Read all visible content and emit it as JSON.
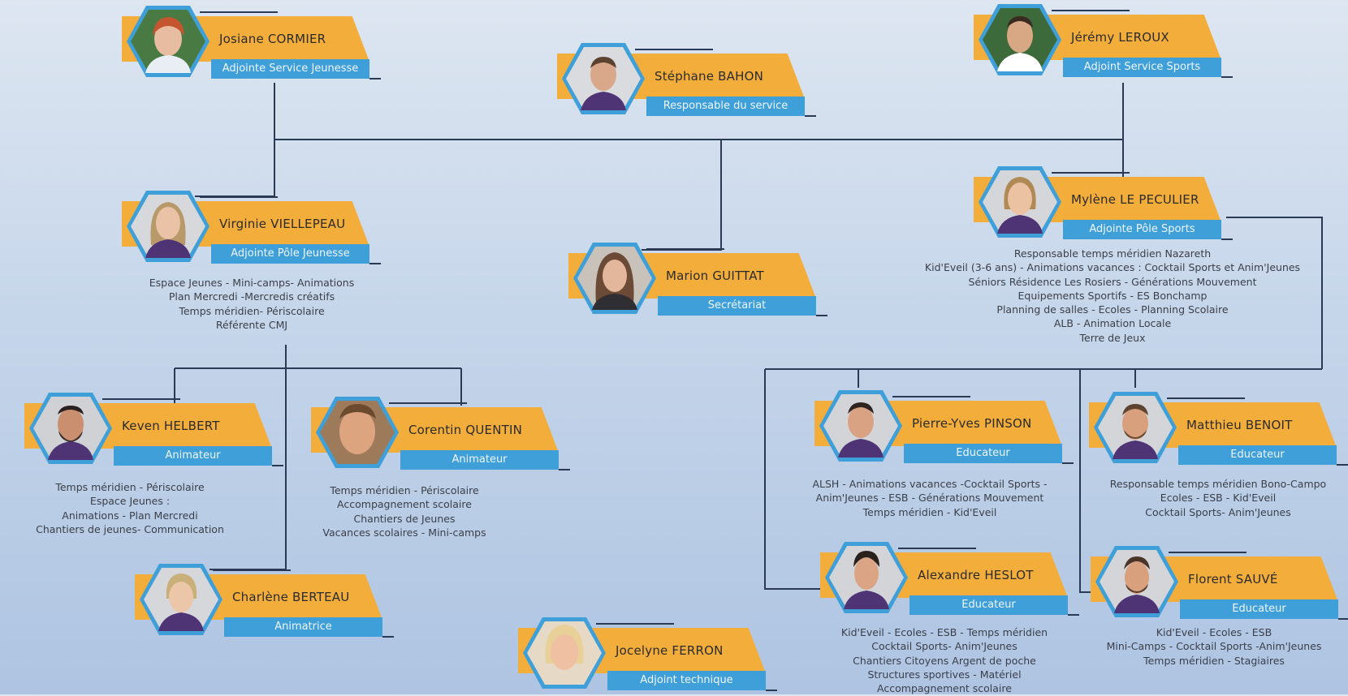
{
  "colors": {
    "name_bar": "#f3ad3a",
    "role_bar": "#3f9fd8",
    "avatar_border": "#3f9fd8",
    "lines": "#2a3a55",
    "text": "#3a3f49"
  },
  "people": [
    {
      "id": "cormier",
      "name": "Josiane CORMIER",
      "role": "Adjointe Service Jeunesse",
      "avatar": "portrait",
      "desc": []
    },
    {
      "id": "bahon",
      "name": "Stéphane BAHON",
      "role": "Responsable du service",
      "avatar": "portrait",
      "desc": []
    },
    {
      "id": "leroux",
      "name": "Jérémy LEROUX",
      "role": "Adjoint Service Sports",
      "avatar": "portrait",
      "desc": []
    },
    {
      "id": "viellepeau",
      "name": "Virginie VIELLEPEAU",
      "role": "Adjointe Pôle Jeunesse",
      "avatar": "portrait",
      "desc": [
        "Espace Jeunes - Mini-camps- Animations",
        "Plan Mercredi -Mercredis créatifs",
        "Temps méridien- Périscolaire",
        "Référente CMJ"
      ]
    },
    {
      "id": "guittat",
      "name": "Marion GUITTAT",
      "role": "Secrétariat",
      "avatar": "portrait",
      "desc": []
    },
    {
      "id": "lepeculier",
      "name": "Mylène LE PECULIER",
      "role": "Adjointe Pôle Sports",
      "avatar": "portrait",
      "desc": [
        "Responsable temps méridien Nazareth",
        "Kid'Eveil (3-6 ans) - Animations vacances : Cocktail Sports et Anim'Jeunes",
        "Séniors Résidence Les Rosiers - Générations Mouvement",
        "Equipements Sportifs - ES Bonchamp",
        "Planning de salles - Ecoles - Planning Scolaire",
        "ALB - Animation Locale",
        "Terre de Jeux"
      ]
    },
    {
      "id": "helbert",
      "name": "Keven HELBERT",
      "role": "Animateur",
      "avatar": "portrait",
      "desc": [
        "Temps méridien - Périscolaire",
        "Espace Jeunes :",
        "Animations - Plan Mercredi",
        "Chantiers de jeunes- Communication"
      ]
    },
    {
      "id": "quentin",
      "name": "Corentin  QUENTIN",
      "role": "Animateur",
      "avatar": "portrait",
      "desc": [
        "Temps méridien - Périscolaire",
        "Accompagnement scolaire",
        "Chantiers de Jeunes",
        "Vacances scolaires - Mini-camps"
      ]
    },
    {
      "id": "pinson",
      "name": "Pierre-Yves PINSON",
      "role": "Educateur",
      "avatar": "portrait",
      "desc": [
        "ALSH - Animations vacances -Cocktail Sports -",
        "Anim'Jeunes - ESB - Générations Mouvement",
        "Temps méridien - Kid'Eveil"
      ]
    },
    {
      "id": "benoit",
      "name": "Matthieu BENOIT",
      "role": "Educateur",
      "avatar": "portrait",
      "desc": [
        "Responsable temps méridien Bono-Campo",
        "Ecoles - ESB - Kid'Eveil",
        "Cocktail Sports- Anim'Jeunes"
      ]
    },
    {
      "id": "berteau",
      "name": "Charlène BERTEAU",
      "role": "Animatrice",
      "avatar": "portrait",
      "desc": []
    },
    {
      "id": "heslot",
      "name": "Alexandre HESLOT",
      "role": "Educateur",
      "avatar": "portrait",
      "desc": [
        "Kid'Eveil - Ecoles - ESB - Temps méridien",
        "Cocktail Sports- Anim'Jeunes",
        "Chantiers Citoyens Argent de poche",
        "Structures sportives - Matériel",
        "Accompagnement scolaire"
      ]
    },
    {
      "id": "sauve",
      "name": "Florent SAUVÉ",
      "role": "Educateur",
      "avatar": "portrait",
      "desc": [
        "Kid'Eveil - Ecoles - ESB",
        "Mini-Camps - Cocktail Sports -Anim'Jeunes",
        "Temps méridien - Stagiaires"
      ]
    },
    {
      "id": "ferron",
      "name": "Jocelyne FERRON",
      "role": "Adjoint technique",
      "avatar": "portrait",
      "desc": []
    }
  ]
}
